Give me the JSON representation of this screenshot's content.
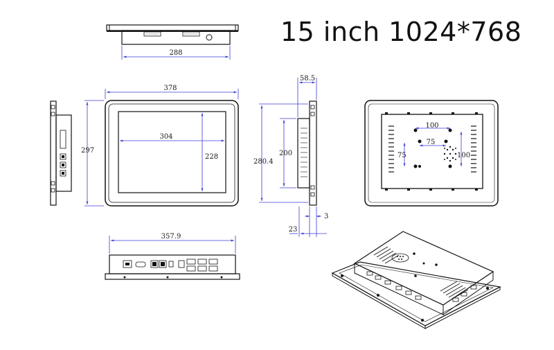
{
  "title": "15 inch 1024*768",
  "dimensions": {
    "top_width": "288",
    "front_width": "378",
    "screen_width": "304",
    "screen_height": "228",
    "front_height": "297",
    "side_depth": "58.5",
    "side_inner": "200",
    "side_height": "280.4",
    "side_bottom_small": "3",
    "side_bottom_large": "23",
    "back_hole_wide": "100",
    "back_hole_small": "75",
    "back_hole_vertical_left": "75",
    "back_hole_vertical_right": "100",
    "bottom_width": "357.9"
  }
}
